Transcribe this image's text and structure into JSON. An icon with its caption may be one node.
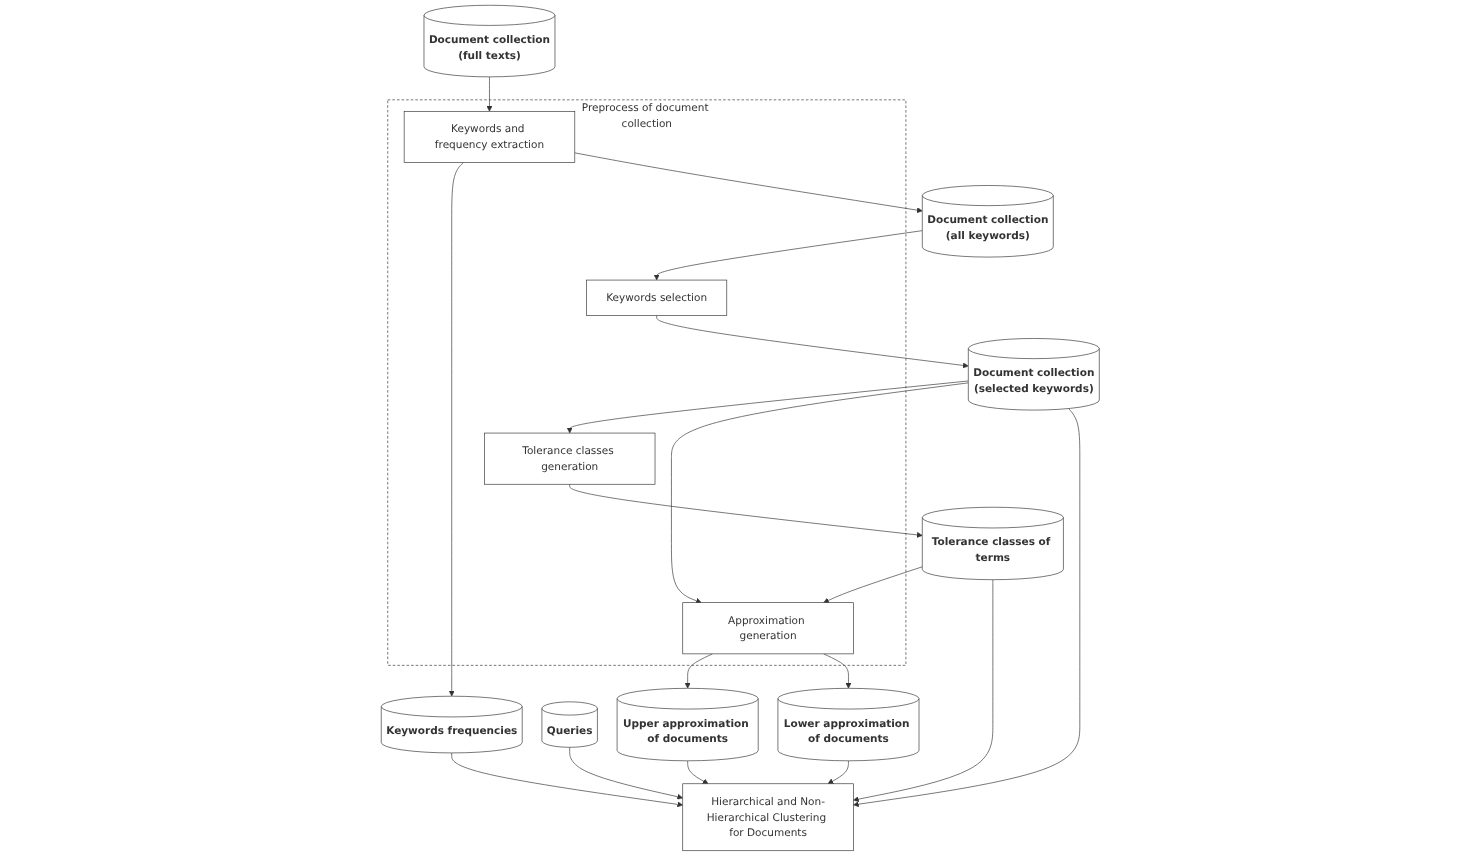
{
  "diagram": {
    "nodes": [
      {
        "text": [
          "Document collection",
          "(full texts)"
        ]
      },
      {
        "text": [
          "Preprocess of document collection"
        ]
      },
      {
        "text": [
          "Keywords and frequency extraction"
        ],
        "in": 1
      },
      {
        "text": [
          "Keywords frequencies"
        ]
      },
      {
        "text": [
          "Keywords selection"
        ],
        "in": 1
      },
      {
        "text": [
          "Document collection",
          "(all keywords)"
        ]
      },
      {
        "text": [
          "Document collection",
          "(selected keywords)"
        ]
      },
      {
        "text": [
          "Tolerance classes generation"
        ],
        "in": 1
      },
      {
        "text": [
          "Approximation generation"
        ],
        "in": 1
      },
      {
        "text": [
          "Tolerance classes of terms"
        ]
      },
      {
        "text": [
          "Queries"
        ]
      },
      {
        "text": [
          "Upper approximation of documents"
        ]
      },
      {
        "text": [
          "Lower approximation of documents"
        ]
      },
      {
        "text": [
          "Hierarchical and Non-Hierarchical Clustering for Documents"
        ]
      }
    ],
    "edges": [
      {
        "from": 0,
        "to": 2,
        "arrow": "to"
      },
      {
        "from": 2,
        "to": 3,
        "arrow": "to"
      },
      {
        "from": 2,
        "to": 5,
        "arrow": "to"
      },
      {
        "from": 5,
        "to": 4,
        "arrow": "to"
      },
      {
        "from": 4,
        "to": 6,
        "arrow": "to"
      },
      {
        "from": 6,
        "to": 7,
        "arrow": "to"
      },
      {
        "from": 6,
        "to": 8,
        "arrow": "to"
      },
      {
        "from": 7,
        "to": 9,
        "arrow": "to"
      },
      {
        "from": 9,
        "to": 8,
        "arrow": "to"
      },
      {
        "from": 8,
        "to": 11,
        "arrow": "to"
      },
      {
        "from": 8,
        "to": 12,
        "arrow": "to"
      },
      {
        "from": 10,
        "to": 13,
        "arrow": "to"
      },
      {
        "from": 6,
        "to": 13,
        "arrow": "to"
      },
      {
        "from": 11,
        "to": 13,
        "arrow": "to"
      },
      {
        "from": 12,
        "to": 13,
        "arrow": "to"
      },
      {
        "from": 9,
        "to": 13,
        "arrow": "to"
      },
      {
        "from": 3,
        "to": 13,
        "arrow": "to"
      }
    ]
  }
}
